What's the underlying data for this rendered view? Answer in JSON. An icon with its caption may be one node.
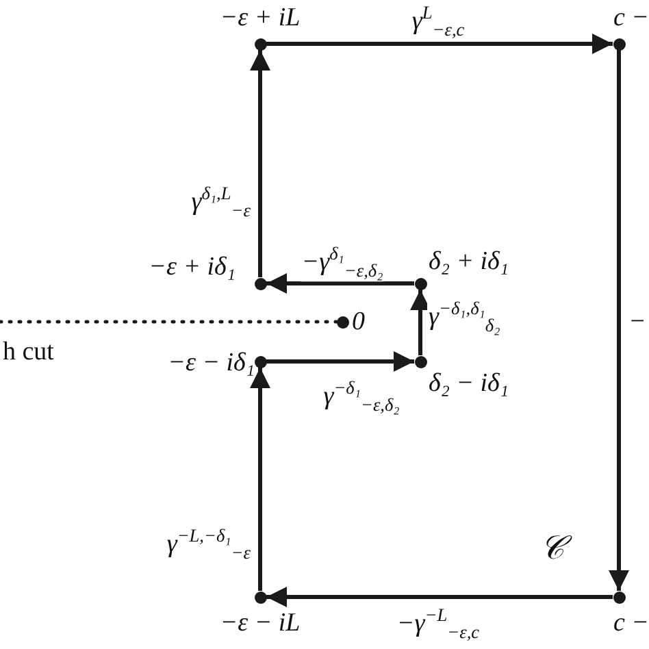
{
  "diagram": {
    "nodes": [
      {
        "text": [],
        "shape": "circle",
        "beside": [
          "−ε + iL"
        ]
      },
      {
        "text": [],
        "shape": "circle",
        "beside": [
          "c −"
        ]
      },
      {
        "text": [],
        "shape": "circle",
        "beside": [
          "−ε + iδ₁"
        ]
      },
      {
        "text": [],
        "shape": "circle",
        "beside": [
          "δ₂ + iδ₁"
        ]
      },
      {
        "text": [],
        "shape": "circle",
        "beside": [
          "0"
        ]
      },
      {
        "text": [],
        "shape": "circle",
        "beside": [
          "−ε − iδ₁"
        ]
      },
      {
        "text": [],
        "shape": "circle",
        "beside": [
          "δ₂ − iδ₁"
        ]
      },
      {
        "text": [],
        "shape": "circle",
        "beside": [
          "−ε − iL"
        ]
      },
      {
        "text": [],
        "shape": "circle",
        "beside": [
          "c −"
        ]
      }
    ],
    "edges": [
      {
        "from": 7,
        "to": 5,
        "arrow": "to",
        "label": "γ$^{−L,−δ₁}$$_{−ε}$"
      },
      {
        "from": 5,
        "to": 6,
        "arrow": "to",
        "label": "γ$^{−δ₁}$$_{−ε,δ₂}$"
      },
      {
        "from": 6,
        "to": 3,
        "arrow": "to",
        "label": "γ$^{−δ₁,δ₁}$$_{δ₂}$"
      },
      {
        "from": 3,
        "to": 2,
        "arrow": "to",
        "label": "−γ$^{δ₁}$$_{−ε,δ₂}$"
      },
      {
        "from": 2,
        "to": 0,
        "arrow": "to",
        "label": "γ$^{δ₁,L}$$_{−ε}$"
      },
      {
        "from": 0,
        "to": 1,
        "arrow": "to",
        "label": "γ$^{L}$$_{−ε,c}$"
      },
      {
        "from": 1,
        "to": 8,
        "arrow": "to",
        "label": "−"
      },
      {
        "from": 8,
        "to": 7,
        "arrow": "to",
        "label": "−γ$^{−L}$$_{−ε,c}$"
      },
      {
        "from": null,
        "to": 4,
        "arrow": "none",
        "style": "dashed",
        "label": "h cut"
      }
    ],
    "labels": [
      "𝒞"
    ]
  }
}
